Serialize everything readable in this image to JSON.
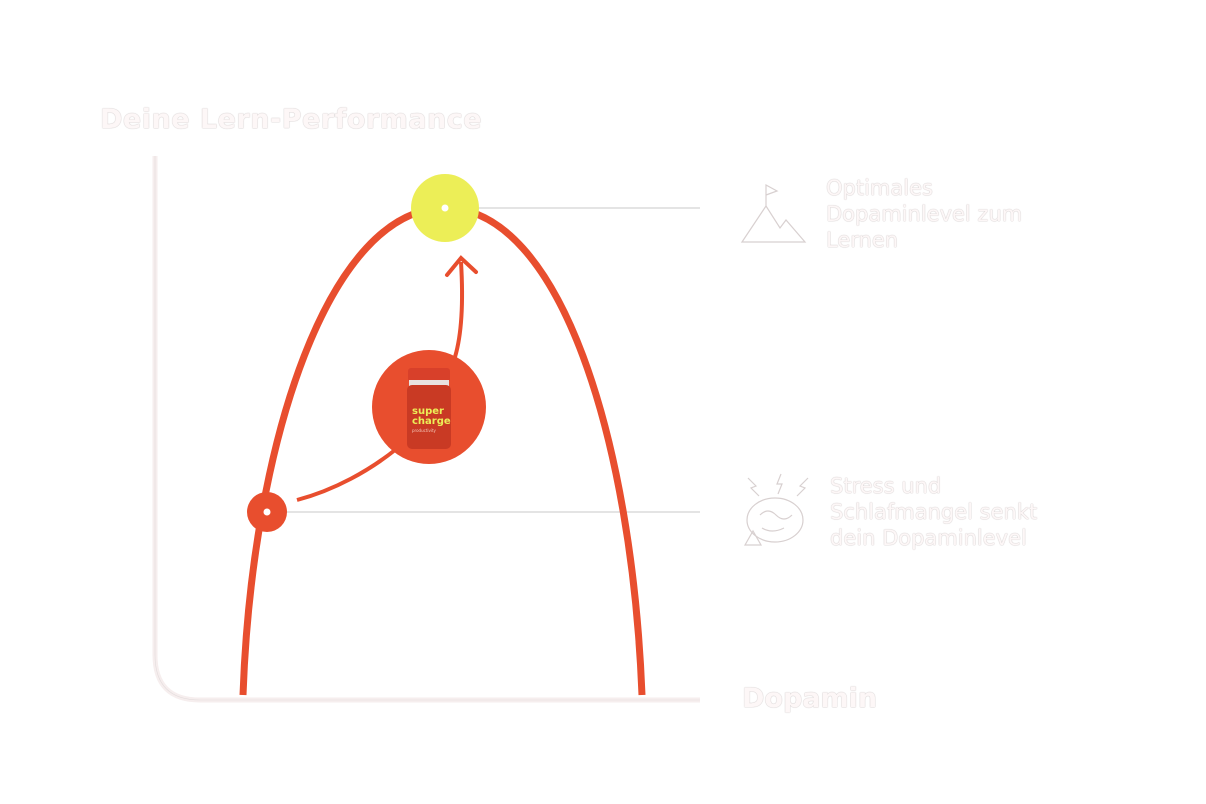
{
  "title": "Deine Lern-Performance",
  "x_axis_label": "Dopamin",
  "notes": {
    "optimal": [
      "Optimales",
      "Dopaminlevel zum",
      "Lernen"
    ],
    "stress": [
      "Stress und",
      "Schlafmangel senkt",
      "dein Dopaminlevel"
    ]
  },
  "product": {
    "line1": "super",
    "line2": "charge",
    "tag": "productivity"
  },
  "icons": {
    "optimal": "mountain-flag-icon",
    "stress": "stressed-brain-icon"
  },
  "colors": {
    "curve": "#e84e2e",
    "peak": "#ecee57",
    "text": "#fdf7f7"
  }
}
